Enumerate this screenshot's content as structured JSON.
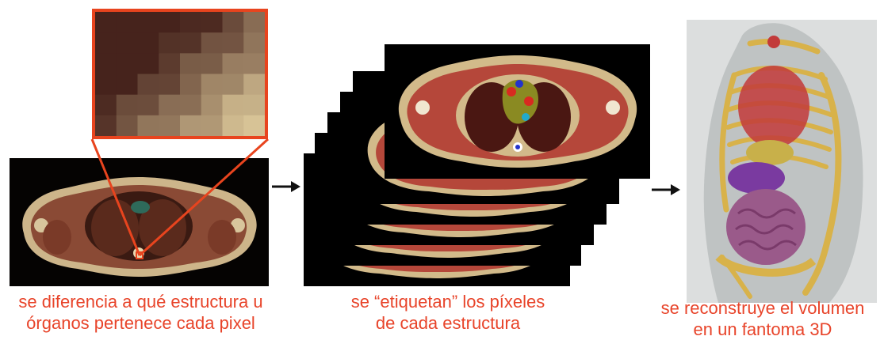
{
  "steps": [
    {
      "caption_line1": "se diferencia a qué estructura u",
      "caption_line2": "órganos pertenece cada pixel"
    },
    {
      "caption_line1": "se “etiquetan” los píxeles",
      "caption_line2": "de cada estructura"
    },
    {
      "caption_line1": "se reconstruye el volumen",
      "caption_line2": "en un fantoma 3D"
    }
  ],
  "colors": {
    "caption": "#e8442a",
    "zoom_outline": "#e8441e",
    "arrow": "#111111",
    "muscle": "#b5473a",
    "fat": "#d9c08f",
    "lung": "#4a1712",
    "background": "#000000"
  },
  "icons": [
    "right-arrow-icon",
    "right-arrow-icon"
  ]
}
